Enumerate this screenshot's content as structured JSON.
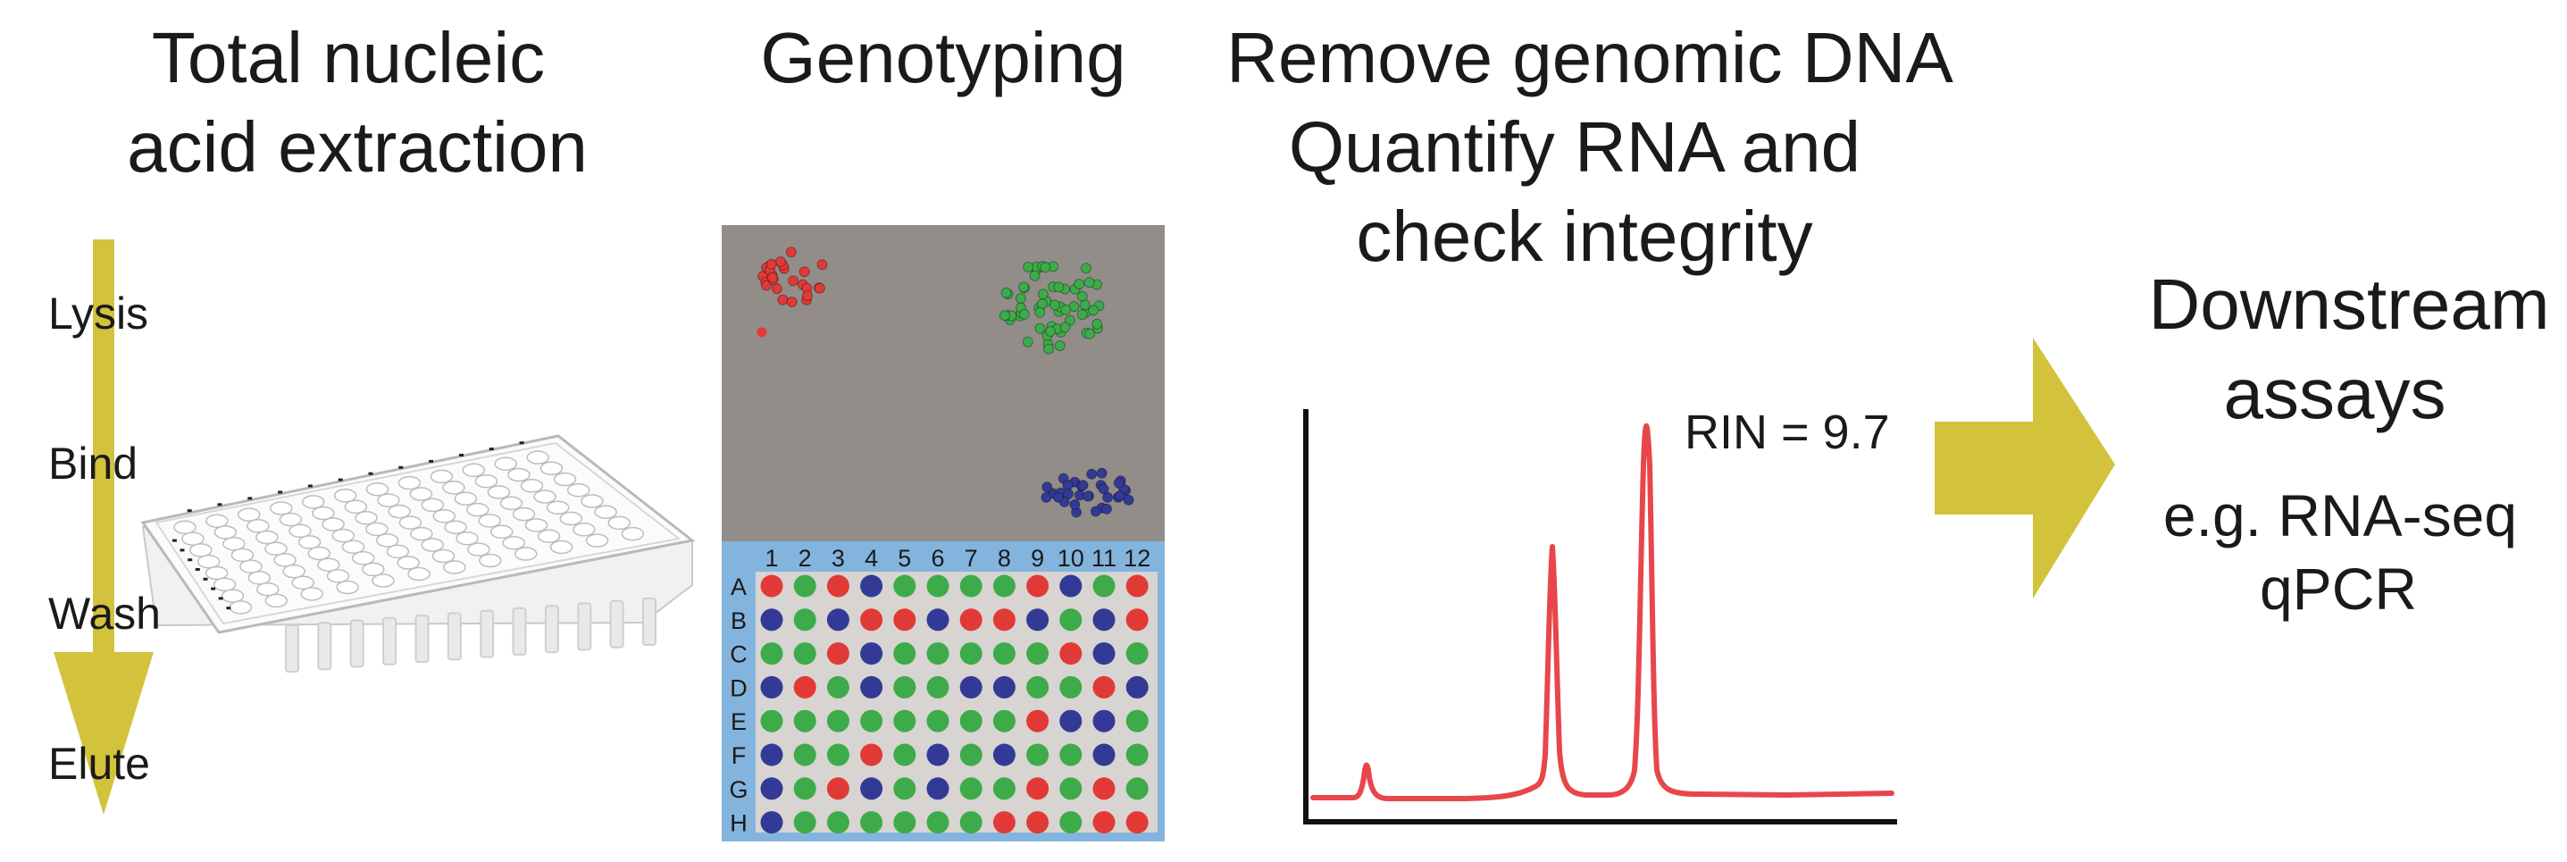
{
  "titles": {
    "extraction_line1": "Total nucleic",
    "extraction_line2": "acid extraction",
    "genotyping": "Genotyping",
    "qc_line1": "Remove genomic DNA",
    "qc_line2": "Quantify RNA and",
    "qc_line3": "check integrity",
    "downstream_line1": "Downstream",
    "downstream_line2": "assays"
  },
  "steps": [
    "Lysis",
    "Bind",
    "Wash",
    "Elute"
  ],
  "rin_label": "RIN = 9.7",
  "downstream_examples": [
    "e.g. RNA-seq",
    "qPCR"
  ],
  "plate": {
    "column_labels": [
      "1",
      "2",
      "3",
      "4",
      "5",
      "6",
      "7",
      "8",
      "9",
      "10",
      "11",
      "12"
    ],
    "row_labels": [
      "A",
      "B",
      "C",
      "D",
      "E",
      "F",
      "G",
      "H"
    ],
    "grid": [
      "RGRBGGGGRBGR",
      "BGBRRBRRBGBR",
      "GGRBGGGGGRBG",
      "BRGBGGBBGGRB",
      "GGGGGGGGRBBG",
      "BGGRGBGBGGBG",
      "BGRBGBGGRGRG",
      "BGGGGGGRRGRR"
    ]
  },
  "colors": {
    "arrow_yellow": "#d3c23c",
    "trace_red": "#e8464a",
    "scatter_bg": "#938d8a",
    "plate_blue": "#83b4de",
    "plate_inner": "#d7d4d1",
    "allele_red": "#e13a36",
    "allele_green": "#3dab49",
    "allele_blue": "#333a96"
  }
}
